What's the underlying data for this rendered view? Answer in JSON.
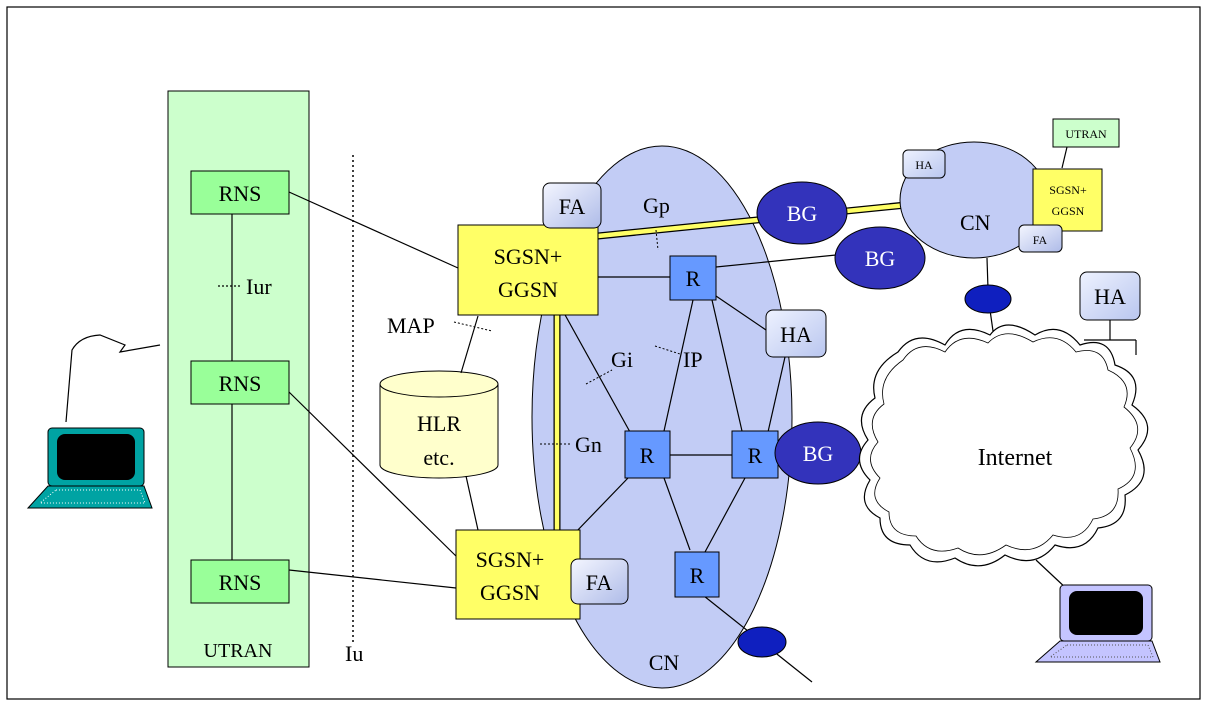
{
  "utran": {
    "label": "UTRAN",
    "rns": [
      "RNS",
      "RNS",
      "RNS"
    ],
    "iur": "Iur"
  },
  "iu": "Iu",
  "map": "MAP",
  "hlr": {
    "line1": "HLR",
    "line2": "etc."
  },
  "sgsn_top": {
    "line1": "SGSN+",
    "line2": "GGSN"
  },
  "sgsn_bottom": {
    "line1": "SGSN+",
    "line2": "GGSN"
  },
  "fa": "FA",
  "gp": "Gp",
  "gi": "Gi",
  "gn": "Gn",
  "ip": "IP",
  "router": "R",
  "ha": "HA",
  "bg": "BG",
  "cn": "CN",
  "internet": "Internet",
  "remote": {
    "utran": "UTRAN",
    "ha": "HA",
    "sgsn_line1": "SGSN+",
    "sgsn_line2": "GGSN",
    "fa": "FA",
    "cn": "CN"
  },
  "colors": {
    "utran_fill": "#ccffcc",
    "node_fill": "#99ff99",
    "sgsn_fill": "#ffff66",
    "hlr_fill": "#ffffcc",
    "cn_fill": "#c2ccf5",
    "router_fill": "#6699ff",
    "bg_fill": "#3333bb",
    "ha_fill": "#ccddff",
    "link_yellow": "#ffff66"
  }
}
